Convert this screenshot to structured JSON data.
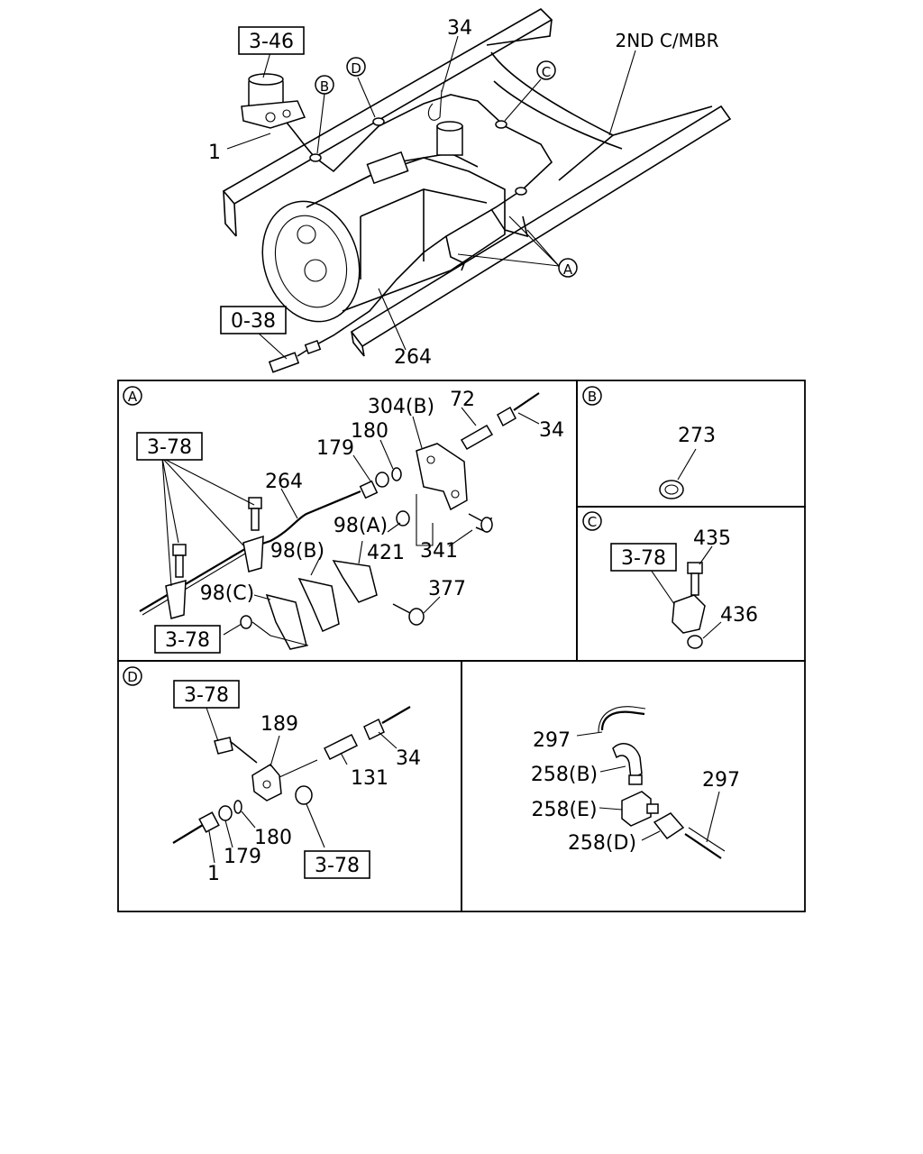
{
  "overview": {
    "ref_3_46": "3-46",
    "ref_0_38": "0-38",
    "label_2nd_mbr": "2ND C/MBR",
    "callout_34": "34",
    "callout_1": "1",
    "callout_264": "264",
    "letter_a": "A",
    "letter_b": "B",
    "letter_c": "C",
    "letter_d": "D"
  },
  "panel_a": {
    "letter": "A",
    "ref_3_78_top": "3-78",
    "ref_3_78_bottom": "3-78",
    "labels": {
      "p304b": "304(B)",
      "p72": "72",
      "p34": "34",
      "p180": "180",
      "p179": "179",
      "p264": "264",
      "p98a": "98(A)",
      "p98b": "98(B)",
      "p98c": "98(C)",
      "p421": "421",
      "p341": "341",
      "p377": "377"
    }
  },
  "panel_b": {
    "letter": "B",
    "labels": {
      "p273": "273"
    }
  },
  "panel_c": {
    "letter": "C",
    "ref_3_78": "3-78",
    "labels": {
      "p435": "435",
      "p436": "436"
    }
  },
  "panel_d": {
    "letter": "D",
    "ref_3_78_top": "3-78",
    "ref_3_78_bottom": "3-78",
    "labels": {
      "p189": "189",
      "p131": "131",
      "p34": "34",
      "p180": "180",
      "p179": "179",
      "p1": "1"
    }
  },
  "panel_e": {
    "labels": {
      "p297_top": "297",
      "p297_right": "297",
      "p258b": "258(B)",
      "p258e": "258(E)",
      "p258d": "258(D)"
    }
  }
}
